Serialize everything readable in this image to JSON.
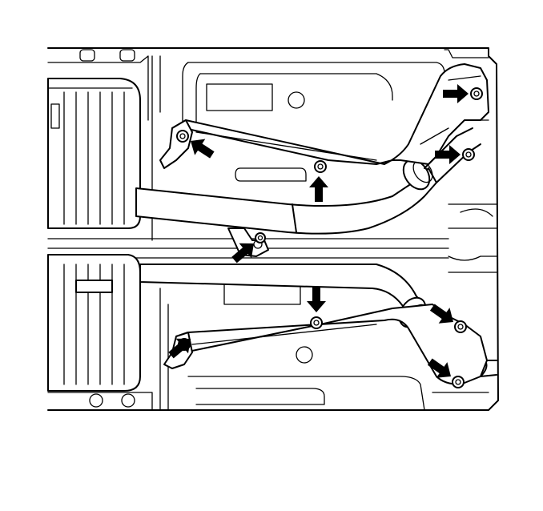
{
  "diagram": {
    "description_text": "",
    "fastener_count": 9,
    "callouts": [
      {
        "id": "fastener-left-upper",
        "icon": "arrow-icon"
      },
      {
        "id": "fastener-center-upper",
        "icon": "arrow-icon"
      },
      {
        "id": "fastener-right-top",
        "icon": "arrow-icon"
      },
      {
        "id": "fastener-right-upper",
        "icon": "arrow-icon"
      },
      {
        "id": "fastener-center-middle",
        "icon": "arrow-icon"
      },
      {
        "id": "fastener-center-lower",
        "icon": "arrow-icon"
      },
      {
        "id": "fastener-left-lower",
        "icon": "arrow-icon"
      },
      {
        "id": "fastener-right-lower",
        "icon": "arrow-icon"
      },
      {
        "id": "fastener-right-bottom",
        "icon": "arrow-icon"
      }
    ]
  }
}
